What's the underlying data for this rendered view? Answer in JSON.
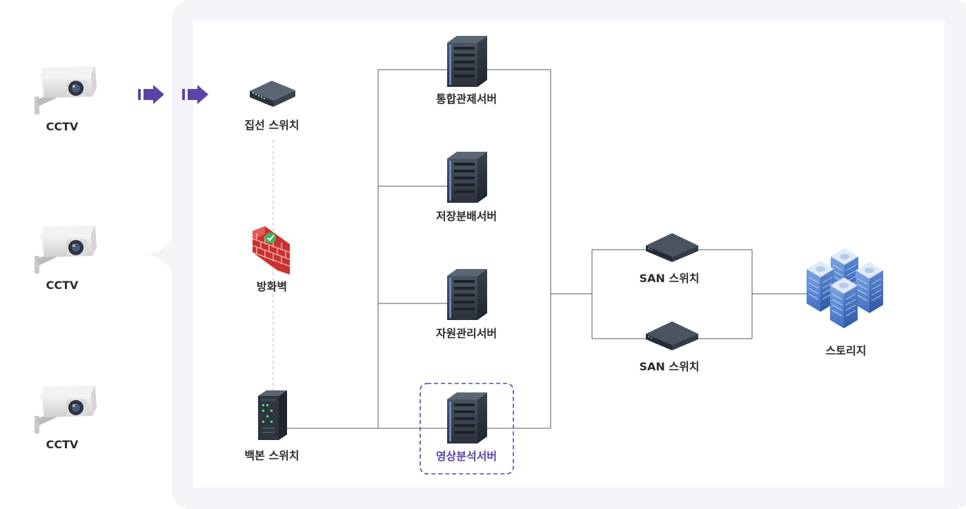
{
  "cameras": [
    {
      "label": "CCTV"
    },
    {
      "label": "CCTV"
    },
    {
      "label": "CCTV"
    }
  ],
  "network": {
    "access_switch": {
      "label": "집선 스위치"
    },
    "firewall": {
      "label": "방화벽"
    },
    "backbone_switch": {
      "label": "백본 스위치"
    }
  },
  "servers": [
    {
      "label": "통합관제서버"
    },
    {
      "label": "저장분배서버"
    },
    {
      "label": "자원관리서버"
    },
    {
      "label": "영상분석서버"
    }
  ],
  "san_switches": [
    {
      "label": "SAN 스위치"
    },
    {
      "label": "SAN 스위치"
    }
  ],
  "storage": {
    "label": "스토리지"
  },
  "colors": {
    "accent": "#5b44a8",
    "outer_panel": "#f4f5f9",
    "inner_panel": "#ffffff",
    "line": "#555555",
    "dashed_line": "#bdbdbd"
  }
}
